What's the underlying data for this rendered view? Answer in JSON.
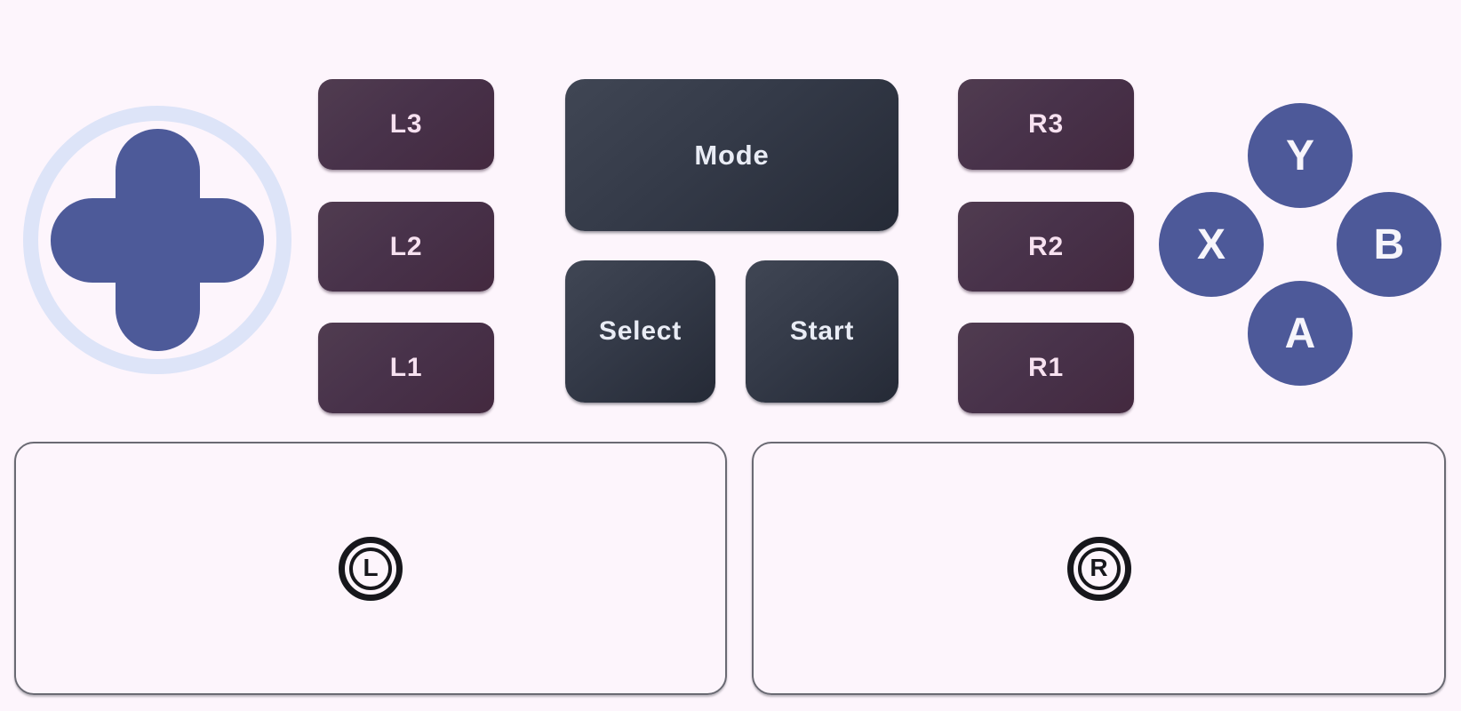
{
  "gamepad": {
    "shoulder_left": [
      {
        "label": "L3"
      },
      {
        "label": "L2"
      },
      {
        "label": "L1"
      }
    ],
    "center": {
      "mode": {
        "label": "Mode"
      },
      "select": {
        "label": "Select"
      },
      "start": {
        "label": "Start"
      }
    },
    "shoulder_right": [
      {
        "label": "R3"
      },
      {
        "label": "R2"
      },
      {
        "label": "R1"
      }
    ],
    "face": {
      "top": {
        "label": "Y"
      },
      "left": {
        "label": "X"
      },
      "right": {
        "label": "B"
      },
      "bottom": {
        "label": "A"
      }
    },
    "touchpads": {
      "left": {
        "label": "L"
      },
      "right": {
        "label": "R"
      }
    }
  },
  "colors": {
    "background": "#fdf5fc",
    "dpad_blue": "#4d5a99",
    "dpad_ring": "#dde4f8",
    "plum_button_light": "#503c50",
    "plum_button_dark": "#43293f",
    "plum_text": "#f7e1f0",
    "slate_button_light": "#404654",
    "slate_button_dark": "#252a36",
    "slate_text": "#e9ecf5",
    "face_button_blue": "#4d5999",
    "face_text": "#f7f5fb",
    "touchpad_border": "#6a6a73",
    "icon_ink": "#17171c"
  }
}
